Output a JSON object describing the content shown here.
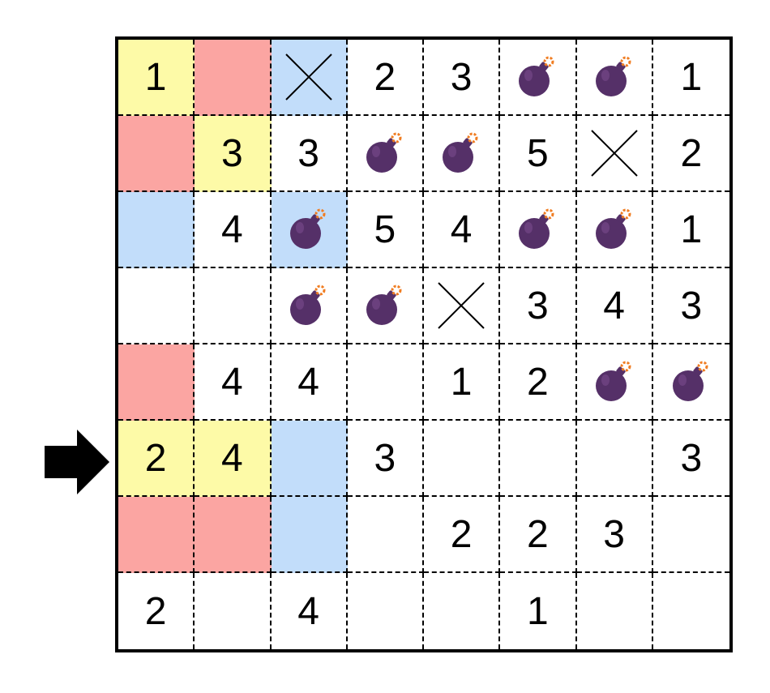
{
  "board": {
    "colors": {
      "Y": "#fdfaa7",
      "R": "#fba5a2",
      "B": "#c2ddfa",
      "W": "#ffffff"
    },
    "mine_colors": {
      "body": "#553068",
      "highlight": "#7a4b8e",
      "fuse": "#f07d22"
    },
    "rows": [
      [
        {
          "v": "1",
          "bg": "Y"
        },
        {
          "v": "",
          "bg": "R"
        },
        {
          "v": "X",
          "bg": "B"
        },
        {
          "v": "2",
          "bg": "W"
        },
        {
          "v": "3",
          "bg": "W"
        },
        {
          "v": "M",
          "bg": "W"
        },
        {
          "v": "M",
          "bg": "W"
        },
        {
          "v": "1",
          "bg": "W"
        }
      ],
      [
        {
          "v": "",
          "bg": "R"
        },
        {
          "v": "3",
          "bg": "Y"
        },
        {
          "v": "3",
          "bg": "W"
        },
        {
          "v": "M",
          "bg": "W"
        },
        {
          "v": "M",
          "bg": "W"
        },
        {
          "v": "5",
          "bg": "W"
        },
        {
          "v": "X",
          "bg": "W"
        },
        {
          "v": "2",
          "bg": "W"
        }
      ],
      [
        {
          "v": "",
          "bg": "B"
        },
        {
          "v": "4",
          "bg": "W"
        },
        {
          "v": "M",
          "bg": "B"
        },
        {
          "v": "5",
          "bg": "W"
        },
        {
          "v": "4",
          "bg": "W"
        },
        {
          "v": "M",
          "bg": "W"
        },
        {
          "v": "M",
          "bg": "W"
        },
        {
          "v": "1",
          "bg": "W"
        }
      ],
      [
        {
          "v": "",
          "bg": "W"
        },
        {
          "v": "",
          "bg": "W"
        },
        {
          "v": "M",
          "bg": "W"
        },
        {
          "v": "M",
          "bg": "W"
        },
        {
          "v": "X",
          "bg": "W"
        },
        {
          "v": "3",
          "bg": "W"
        },
        {
          "v": "4",
          "bg": "W"
        },
        {
          "v": "3",
          "bg": "W"
        }
      ],
      [
        {
          "v": "",
          "bg": "R"
        },
        {
          "v": "4",
          "bg": "W"
        },
        {
          "v": "4",
          "bg": "W"
        },
        {
          "v": "",
          "bg": "W"
        },
        {
          "v": "1",
          "bg": "W"
        },
        {
          "v": "2",
          "bg": "W"
        },
        {
          "v": "M",
          "bg": "W"
        },
        {
          "v": "M",
          "bg": "W"
        }
      ],
      [
        {
          "v": "2",
          "bg": "Y"
        },
        {
          "v": "4",
          "bg": "Y"
        },
        {
          "v": "",
          "bg": "B"
        },
        {
          "v": "3",
          "bg": "W"
        },
        {
          "v": "",
          "bg": "W"
        },
        {
          "v": "",
          "bg": "W"
        },
        {
          "v": "",
          "bg": "W"
        },
        {
          "v": "3",
          "bg": "W"
        }
      ],
      [
        {
          "v": "",
          "bg": "R"
        },
        {
          "v": "",
          "bg": "R"
        },
        {
          "v": "",
          "bg": "B"
        },
        {
          "v": "",
          "bg": "W"
        },
        {
          "v": "2",
          "bg": "W"
        },
        {
          "v": "2",
          "bg": "W"
        },
        {
          "v": "3",
          "bg": "W"
        },
        {
          "v": "",
          "bg": "W"
        }
      ],
      [
        {
          "v": "2",
          "bg": "W"
        },
        {
          "v": "",
          "bg": "W"
        },
        {
          "v": "4",
          "bg": "W"
        },
        {
          "v": "",
          "bg": "W"
        },
        {
          "v": "",
          "bg": "W"
        },
        {
          "v": "1",
          "bg": "W"
        },
        {
          "v": "",
          "bg": "W"
        },
        {
          "v": "",
          "bg": "W"
        }
      ]
    ],
    "row_pointer": {
      "row_number": 6,
      "icon": "right-arrow-icon"
    }
  }
}
